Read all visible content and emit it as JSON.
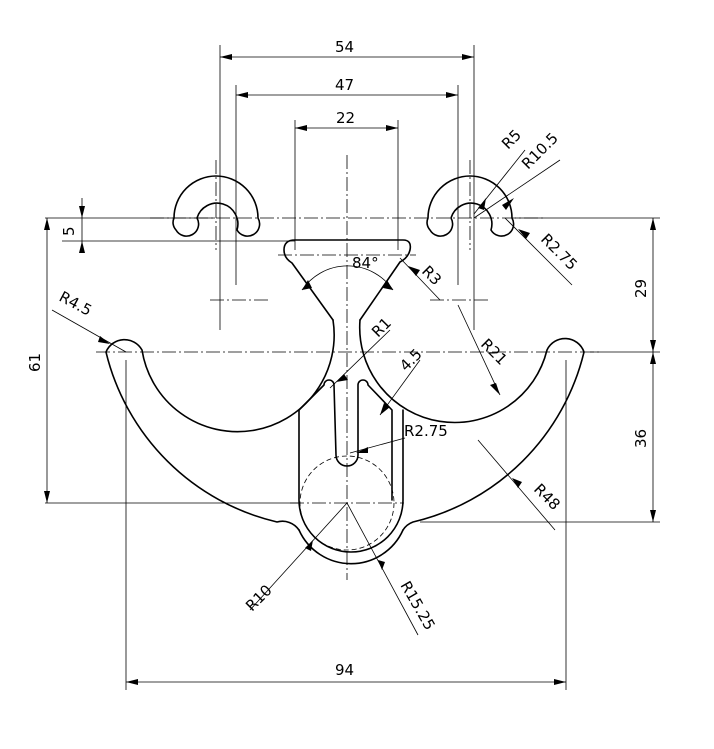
{
  "dimensions": {
    "d54": "54",
    "d47": "47",
    "d22": "22",
    "d5": "5",
    "d61": "61",
    "d29": "29",
    "d36": "36",
    "d94": "94",
    "angle84": "84°",
    "r5": "R5",
    "r10_5": "R10.5",
    "r2_75_top": "R2.75",
    "r3": "R3",
    "r21": "R21",
    "r4_5": "R4.5",
    "r1": "R1",
    "d4_5": "4.5",
    "r2_75_slot": "R2.75",
    "r48": "R48",
    "r10": "R10",
    "r15_25": "R15.25"
  }
}
